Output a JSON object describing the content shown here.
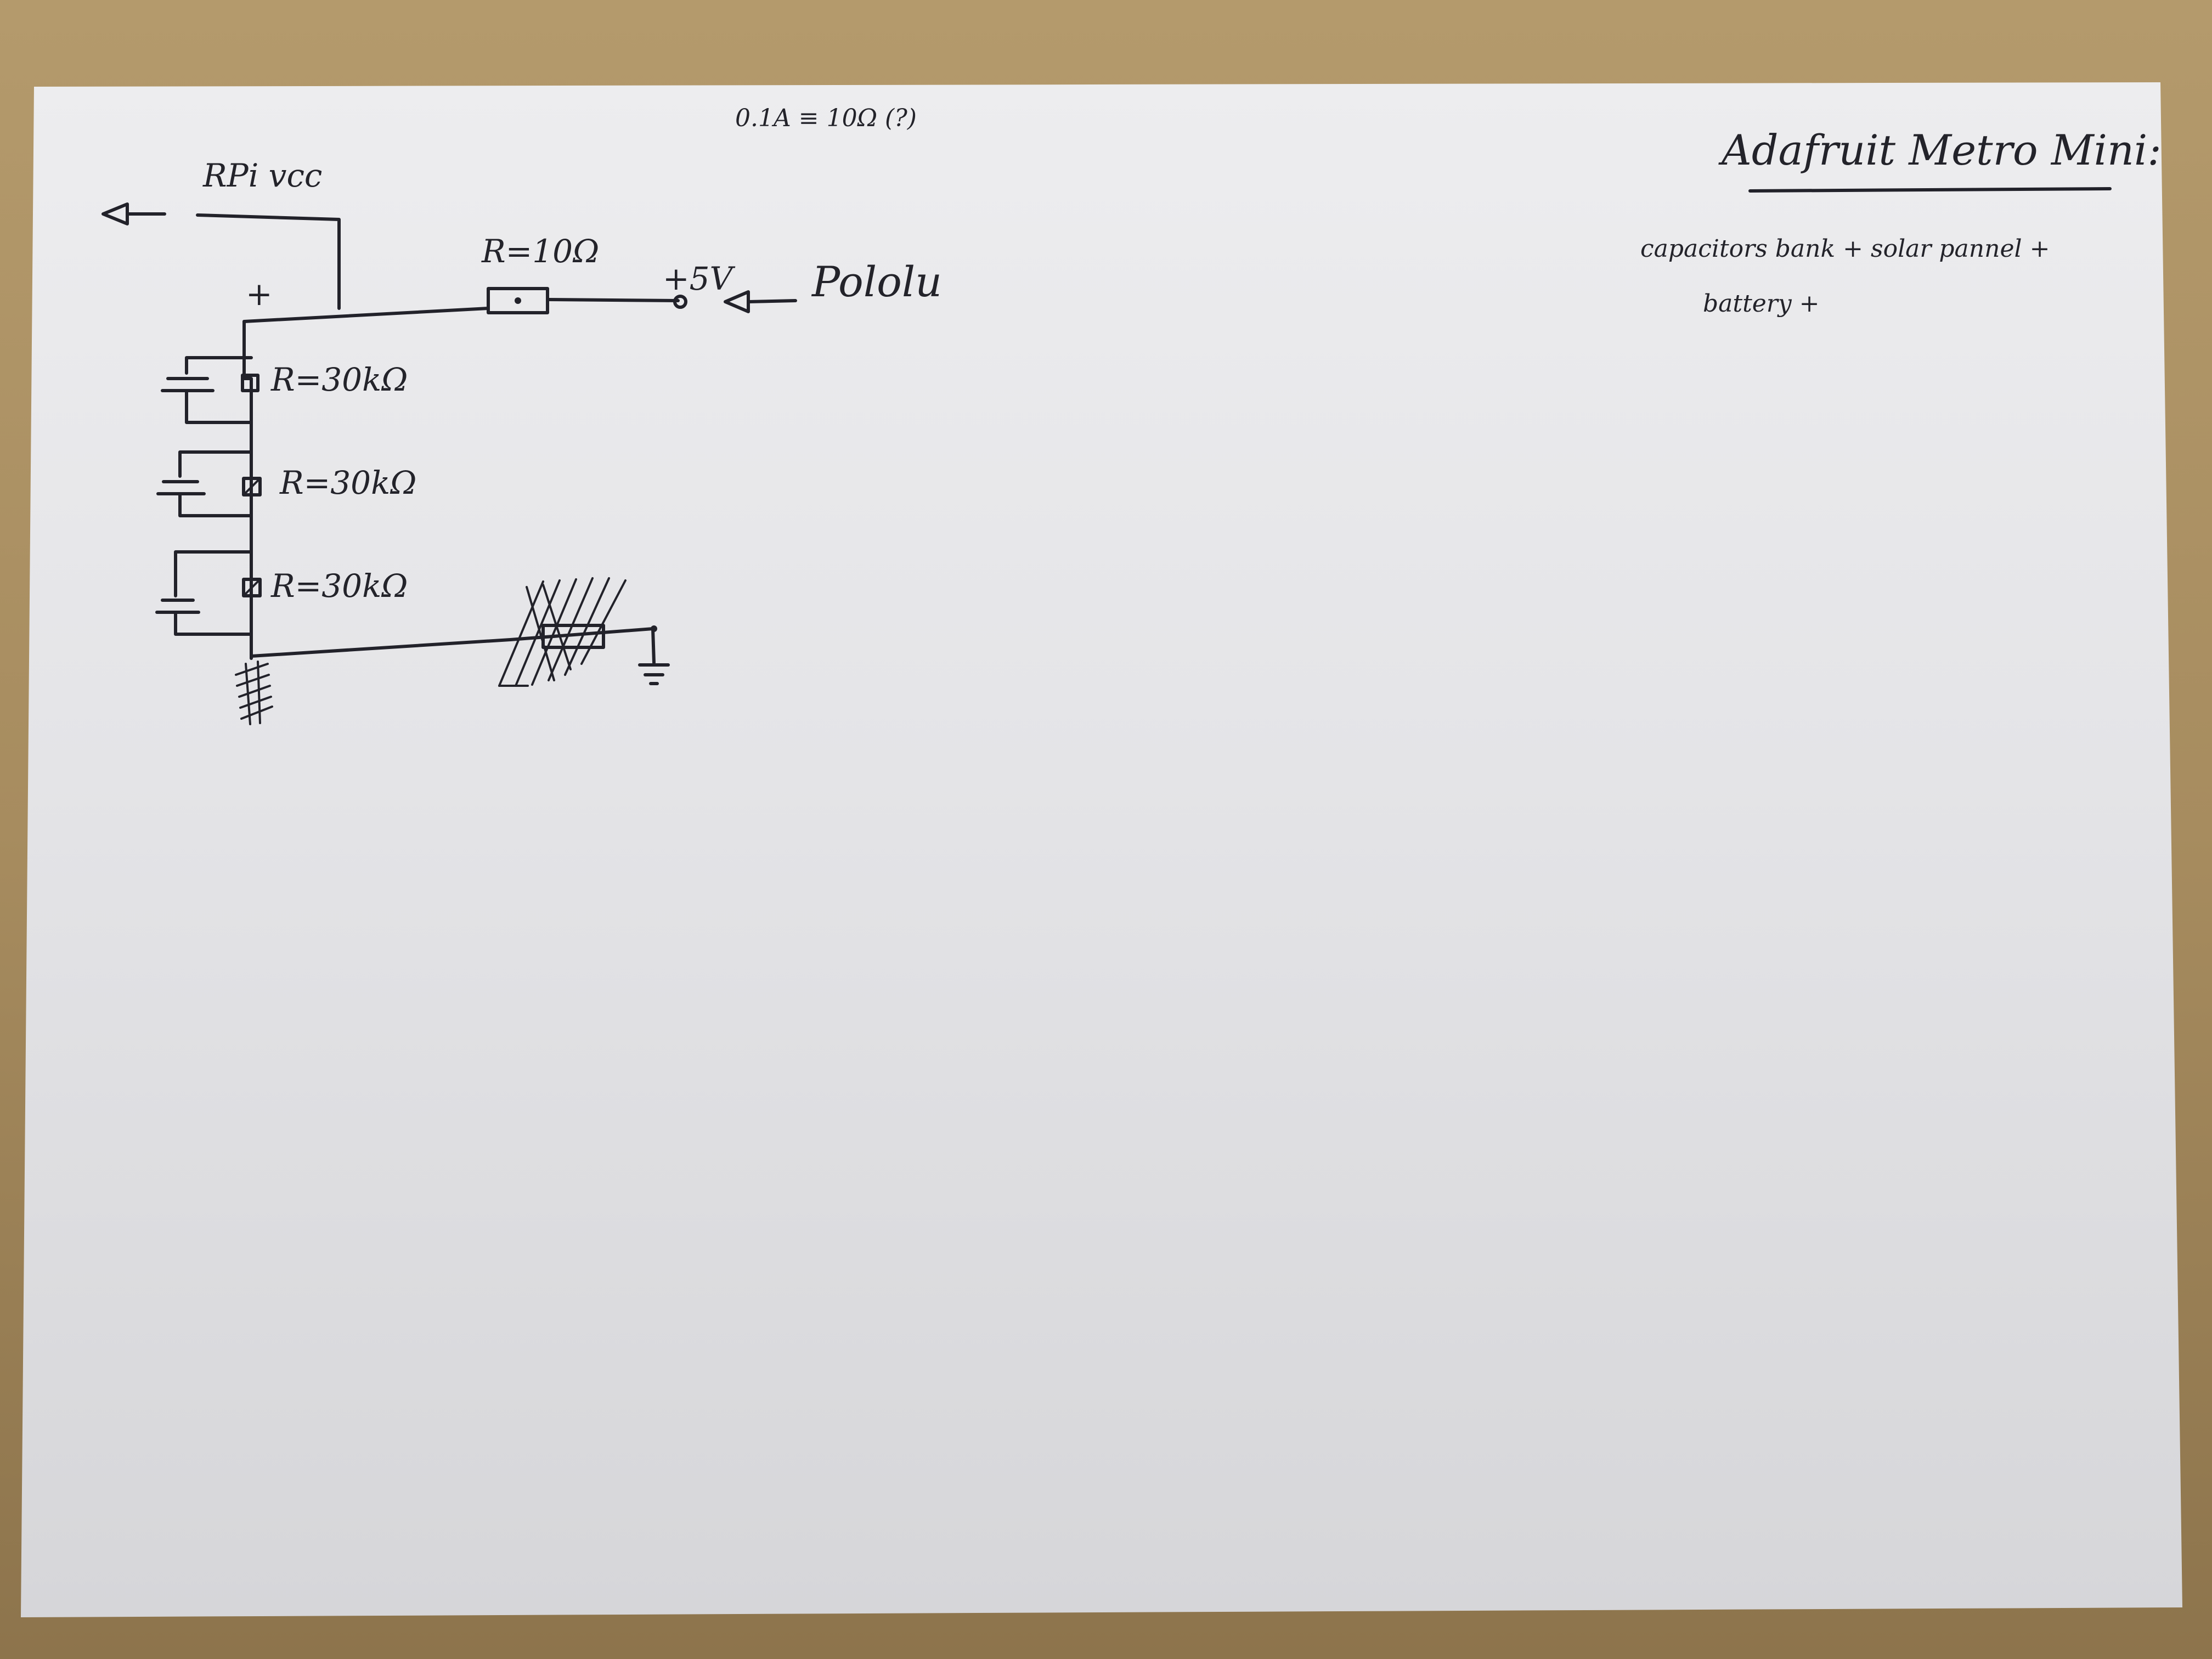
{
  "sheet": {
    "paper_color": "#ececee",
    "ink_color": "#22222a",
    "desk_color": "#a78c5f"
  },
  "notes": {
    "top_note": "0.1A ≡ 10Ω (?)",
    "rpi_label": "RPi vcc",
    "title": "Adafruit Metro Mini:",
    "line1": "capacitors bank + solar pannel +",
    "line2": "battery +"
  },
  "circuit": {
    "plus_sign": "+",
    "r_top": "R=10Ω",
    "supply": "+5V",
    "source": "Pololu",
    "r_bank_1": "R=30kΩ",
    "r_bank_2": "R=30kΩ",
    "r_bank_3": "R=30kΩ"
  }
}
